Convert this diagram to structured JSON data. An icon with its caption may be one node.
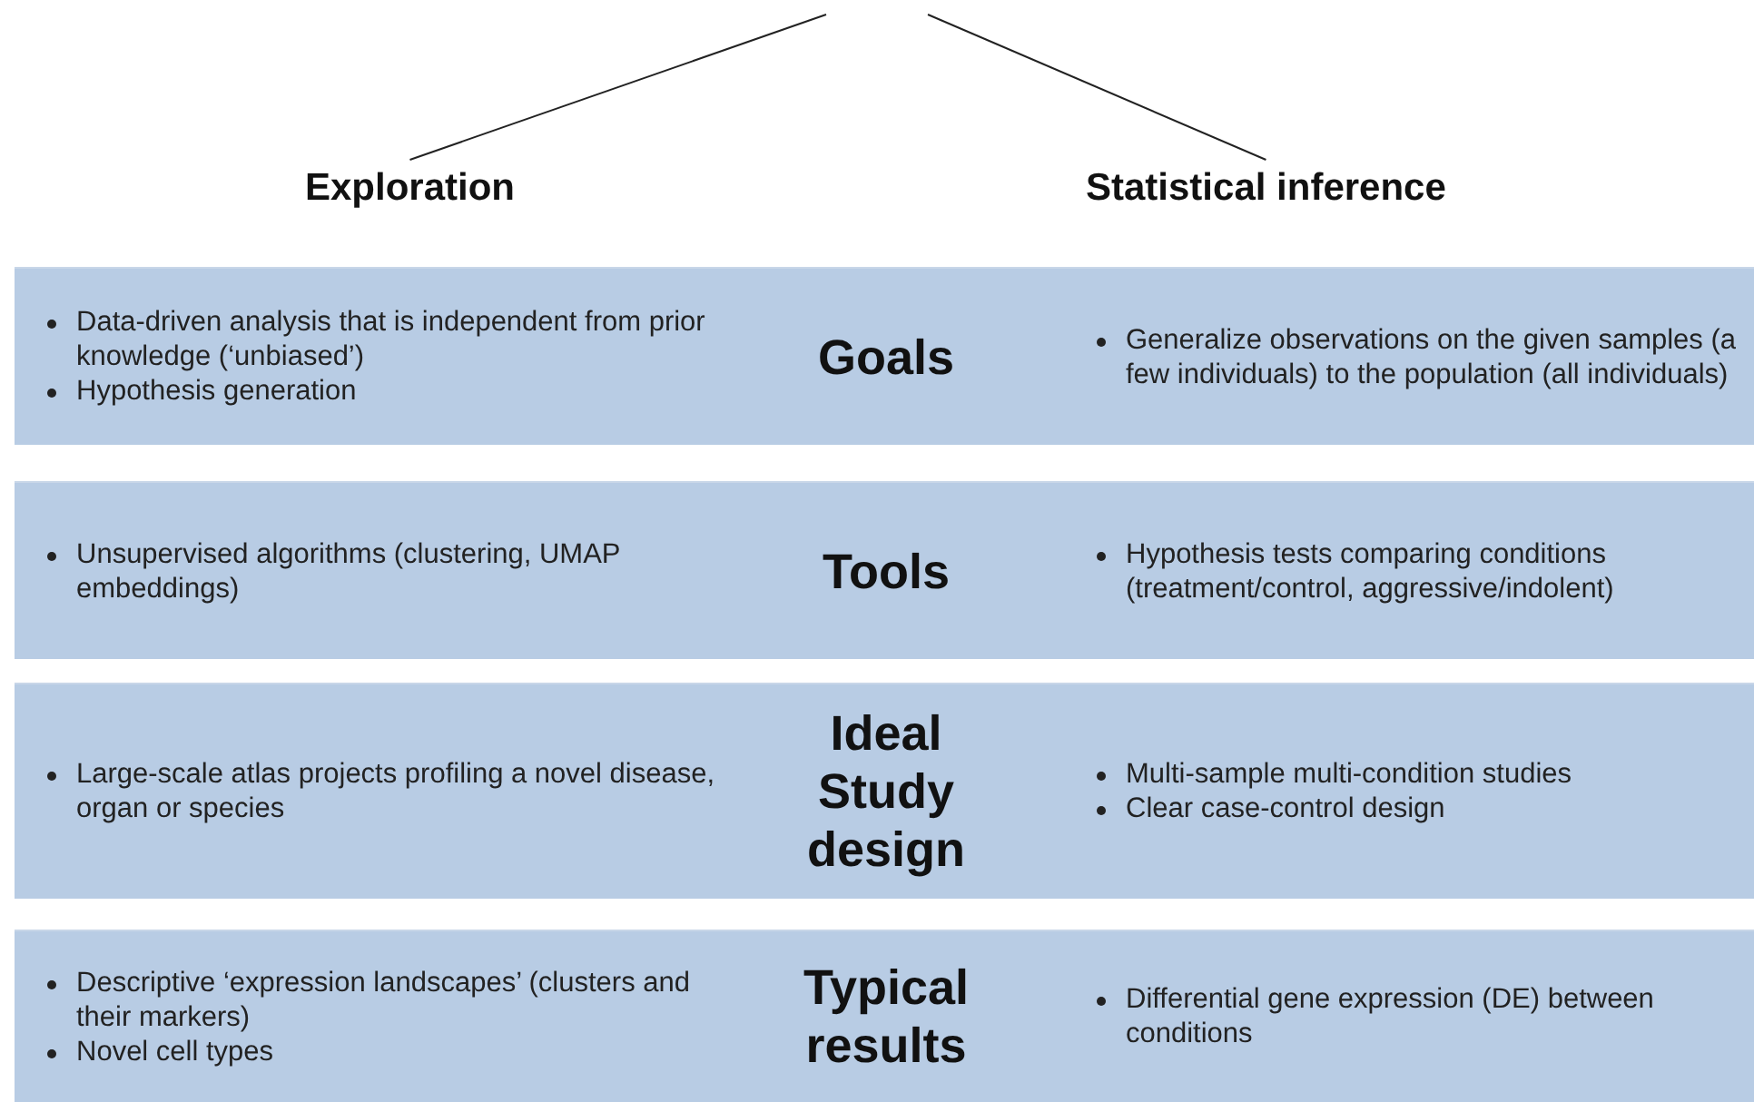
{
  "diagram": {
    "nodes": [
      {
        "text": [
          "Exploration"
        ]
      },
      {
        "text": [
          "Statistical inference"
        ]
      },
      {
        "text": [
          "Data-driven analysis that is independent from prior knowledge (‘unbiased’)",
          "Hypothesis generation",
          "Goals",
          "Generalize observations on the given samples (a few individuals) to the population (all individuals)"
        ]
      },
      {
        "text": [
          "Unsupervised algorithms (clustering, UMAP embeddings)",
          "Tools",
          "Hypothesis tests comparing conditions (treatment/control, aggressive/indolent)"
        ]
      },
      {
        "text": [
          "Large-scale atlas projects profiling a novel disease, organ or species",
          "Ideal Study design",
          "Multi-sample multi-condition studies",
          "Clear case-control design"
        ]
      },
      {
        "text": [
          "Descriptive ‘expression landscapes’ (clusters and their markers)",
          "Novel cell types",
          "Typical results",
          "Differential gene expression  (DE) between conditions"
        ]
      }
    ],
    "edges": [
      {
        "from": null,
        "to": 0,
        "arrow": "none"
      },
      {
        "from": null,
        "to": 1,
        "arrow": "none"
      }
    ]
  }
}
